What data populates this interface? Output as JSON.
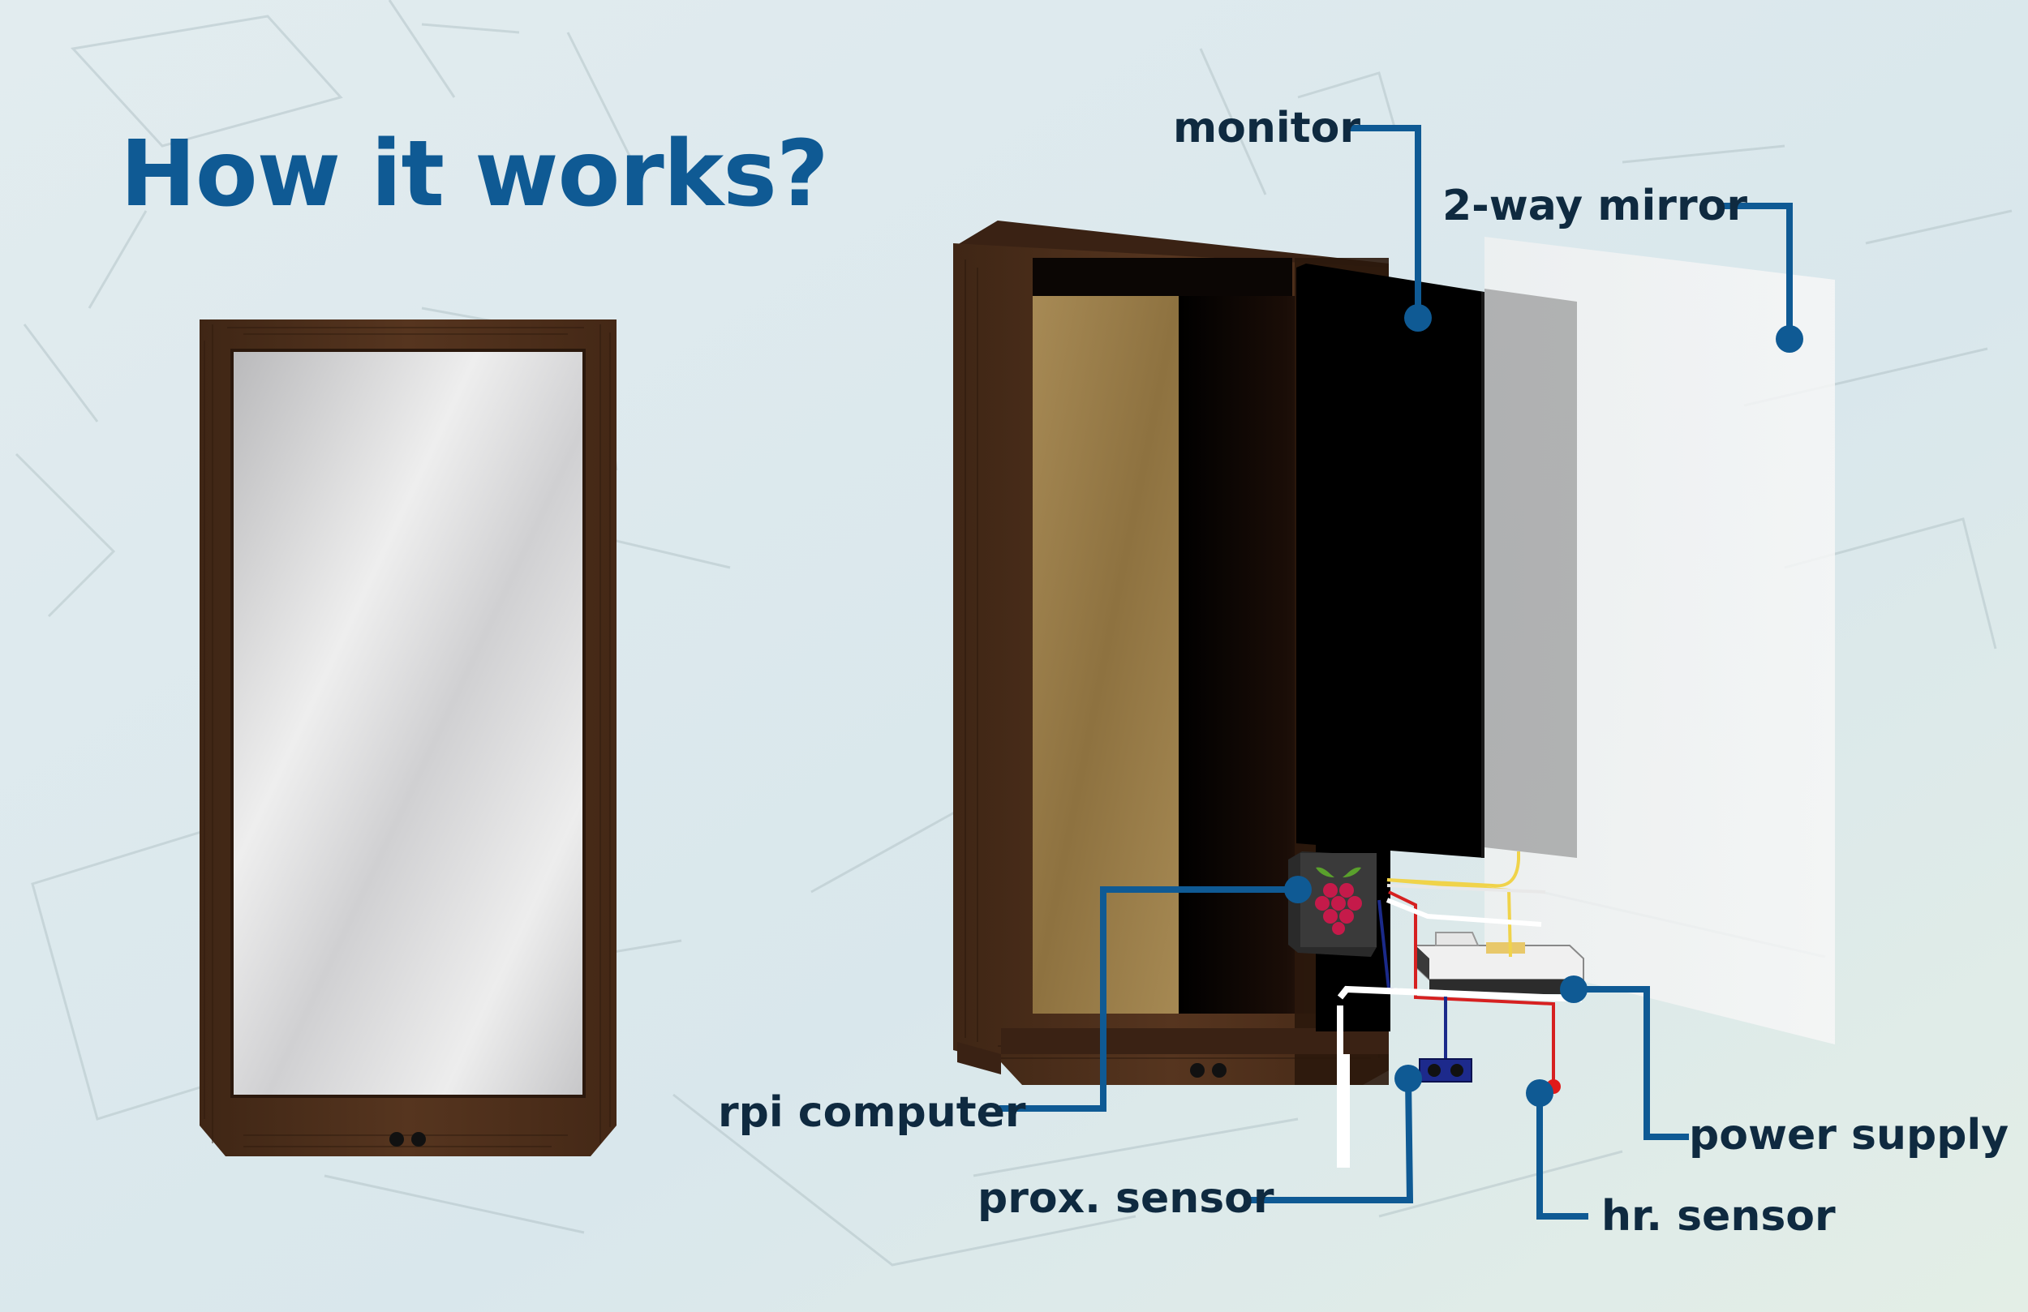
{
  "title": "How it works?",
  "labels": {
    "monitor": "monitor",
    "mirror": "2-way mirror",
    "rpi": "rpi computer",
    "prox": "prox. sensor",
    "hr": "hr. sensor",
    "power": "power supply"
  },
  "colors": {
    "background": "#dde9ec",
    "title": "#0f5a94",
    "callout": "#0f5a94",
    "label": "#0f2a40",
    "wood": "#4e301c",
    "raspberry": "#c51a4a"
  }
}
